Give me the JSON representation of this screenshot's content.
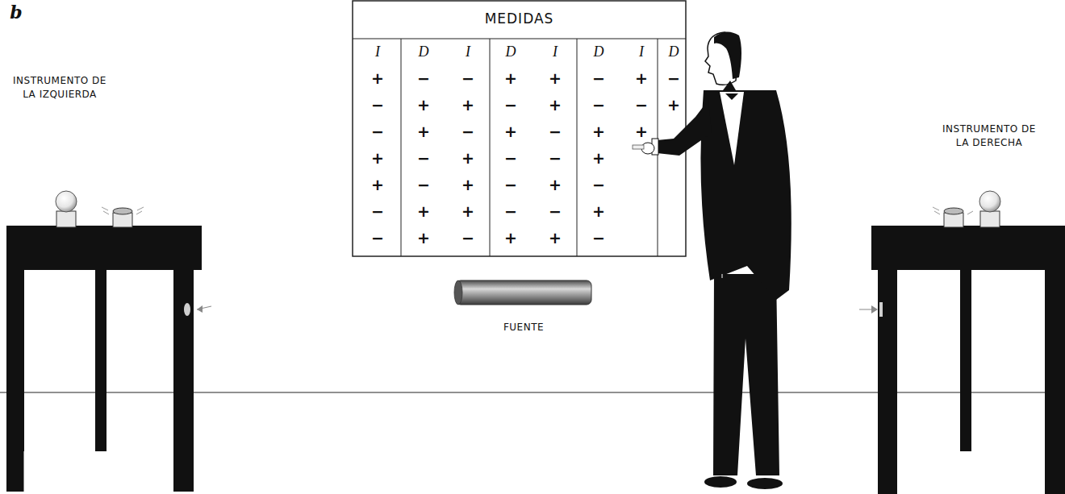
{
  "diagram": {
    "nodes": [
      {
        "text": [
          "MEDIDAS"
        ]
      },
      {
        "text": [
          "INSTRUMENTO DE LA IZQUIERDA"
        ]
      },
      {
        "text": [
          "FUENTE"
        ]
      },
      {
        "text": [
          "INSTRUMENTO DE LA DERECHA"
        ]
      }
    ],
    "labels": [
      "b",
      "I",
      "D",
      "I",
      "D",
      "I",
      "D",
      "I",
      "D",
      "+",
      "−",
      "−",
      "+",
      "+",
      "−",
      "+",
      "−",
      "−",
      "+",
      "+",
      "−",
      "+",
      "−",
      "−",
      "+",
      "−",
      "+",
      "−",
      "+",
      "−",
      "+",
      "+",
      "+",
      "−",
      "+",
      "−",
      "−",
      "+",
      "+",
      "−",
      "+",
      "−",
      "+",
      "−",
      "−",
      "+",
      "+",
      "−",
      "−",
      "+",
      "−",
      "+",
      "−",
      "+",
      "+",
      "−"
    ]
  }
}
